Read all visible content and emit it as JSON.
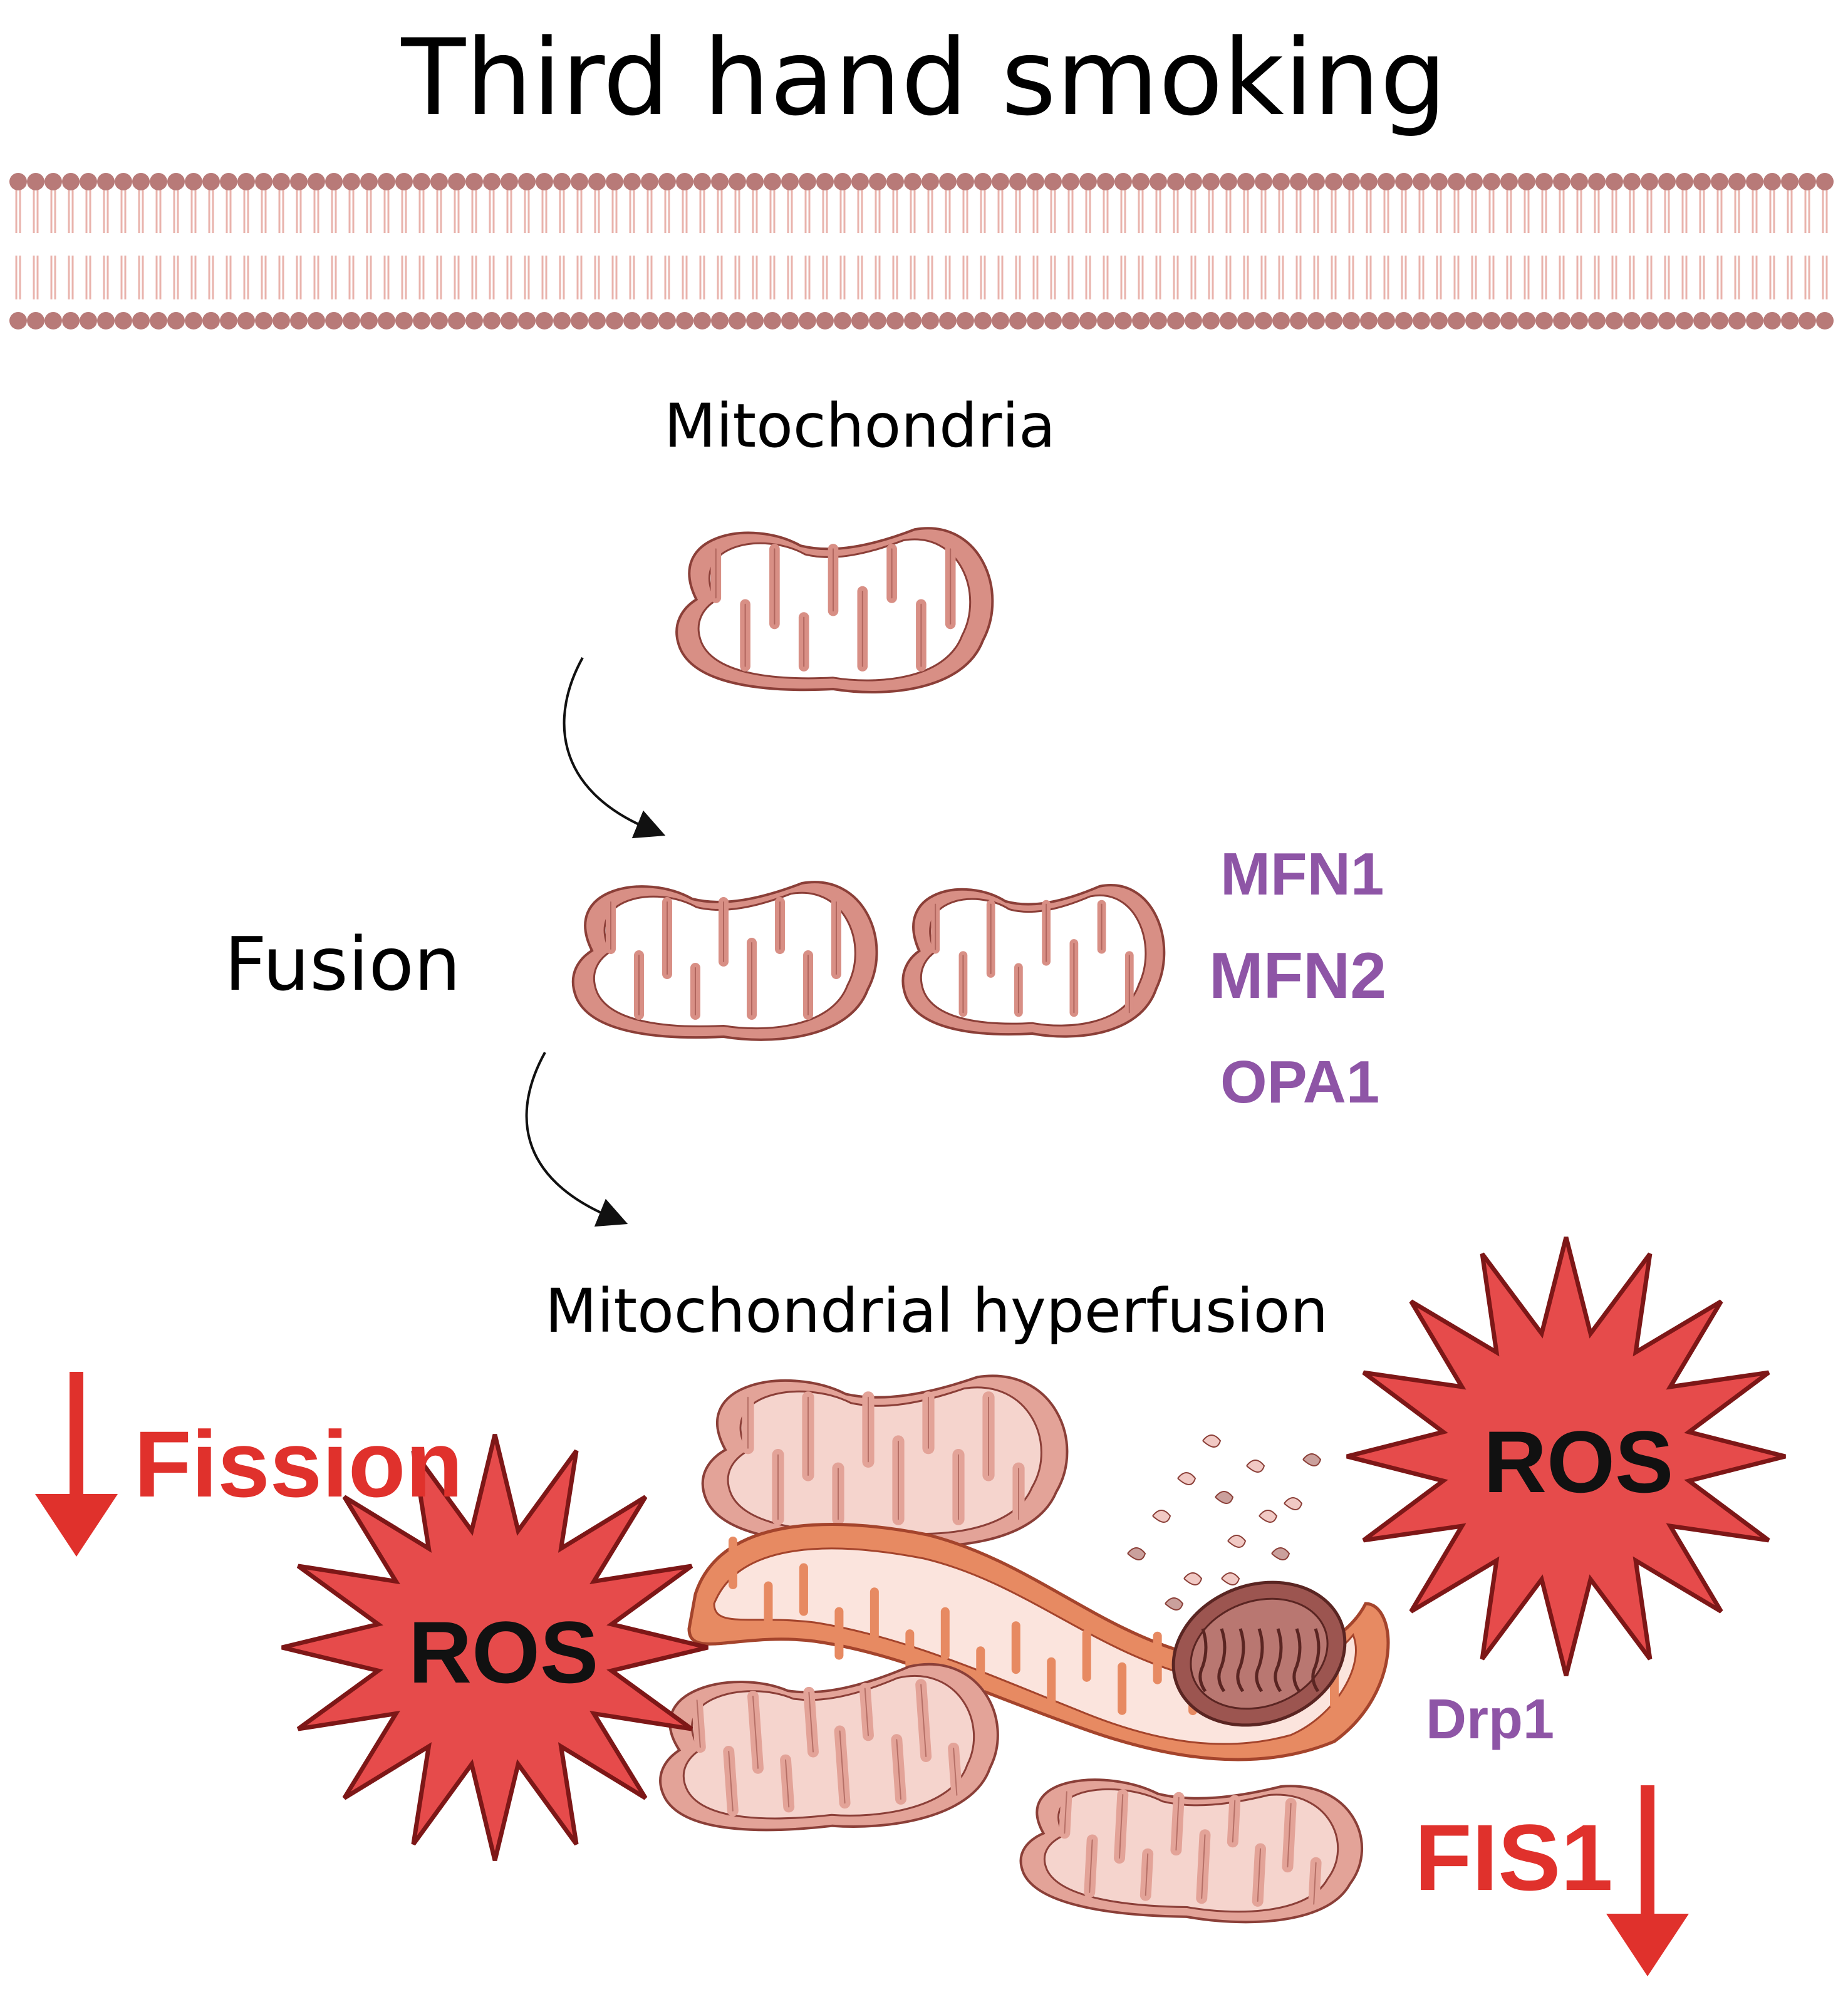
{
  "title": "Third hand smoking",
  "labels": {
    "mitochondria": "Mitochondria",
    "fusion": "Fusion",
    "hyperfusion": "Mitochondrial hyperfusion",
    "fission": "Fission",
    "ros": "ROS",
    "drp1": "Drp1",
    "fis1": "FIS1"
  },
  "fusion_proteins": [
    "MFN1",
    "MFN2",
    "OPA1"
  ],
  "colors": {
    "membrane": "#b87a78",
    "membrane_tail": "#e9b3ac",
    "mito_outer": "#d88f85",
    "mito_stroke": "#8b3f38",
    "mito_inner": "#ffffff",
    "protein_text": "#8e55a6",
    "down_arrow": "#e0312c",
    "ros_fill": "#e64b4b",
    "ros_stroke": "#7d1717",
    "hyper_outer": "#e78a62"
  }
}
